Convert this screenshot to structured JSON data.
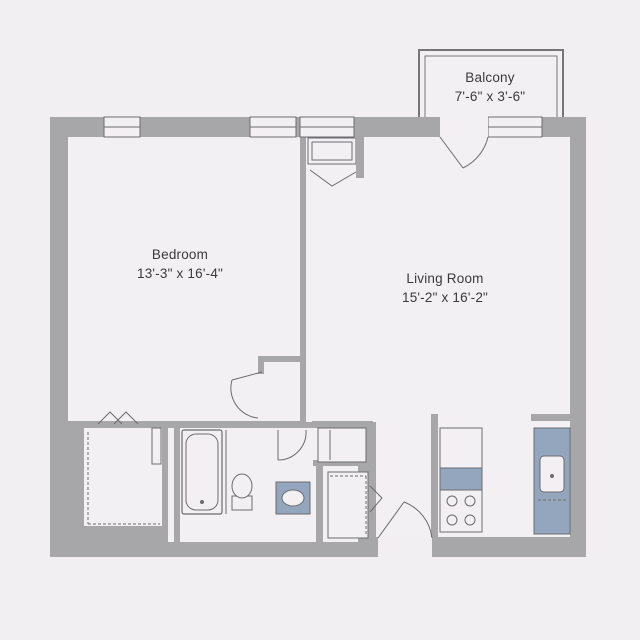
{
  "rooms": {
    "balcony": {
      "name": "Balcony",
      "dims": "7'-6\" x 3'-6\""
    },
    "bedroom": {
      "name": "Bedroom",
      "dims": "13'-3\" x 16'-4\""
    },
    "living": {
      "name": "Living Room",
      "dims": "15'-2\" x 16'-2\""
    }
  },
  "colors": {
    "background": "#f1eff1",
    "wall": "#a7a7a9",
    "floor": "#f2f0f3",
    "fixture_blue": "#93a6bd",
    "line": "#6c6c70",
    "text": "#3a3a3a"
  }
}
